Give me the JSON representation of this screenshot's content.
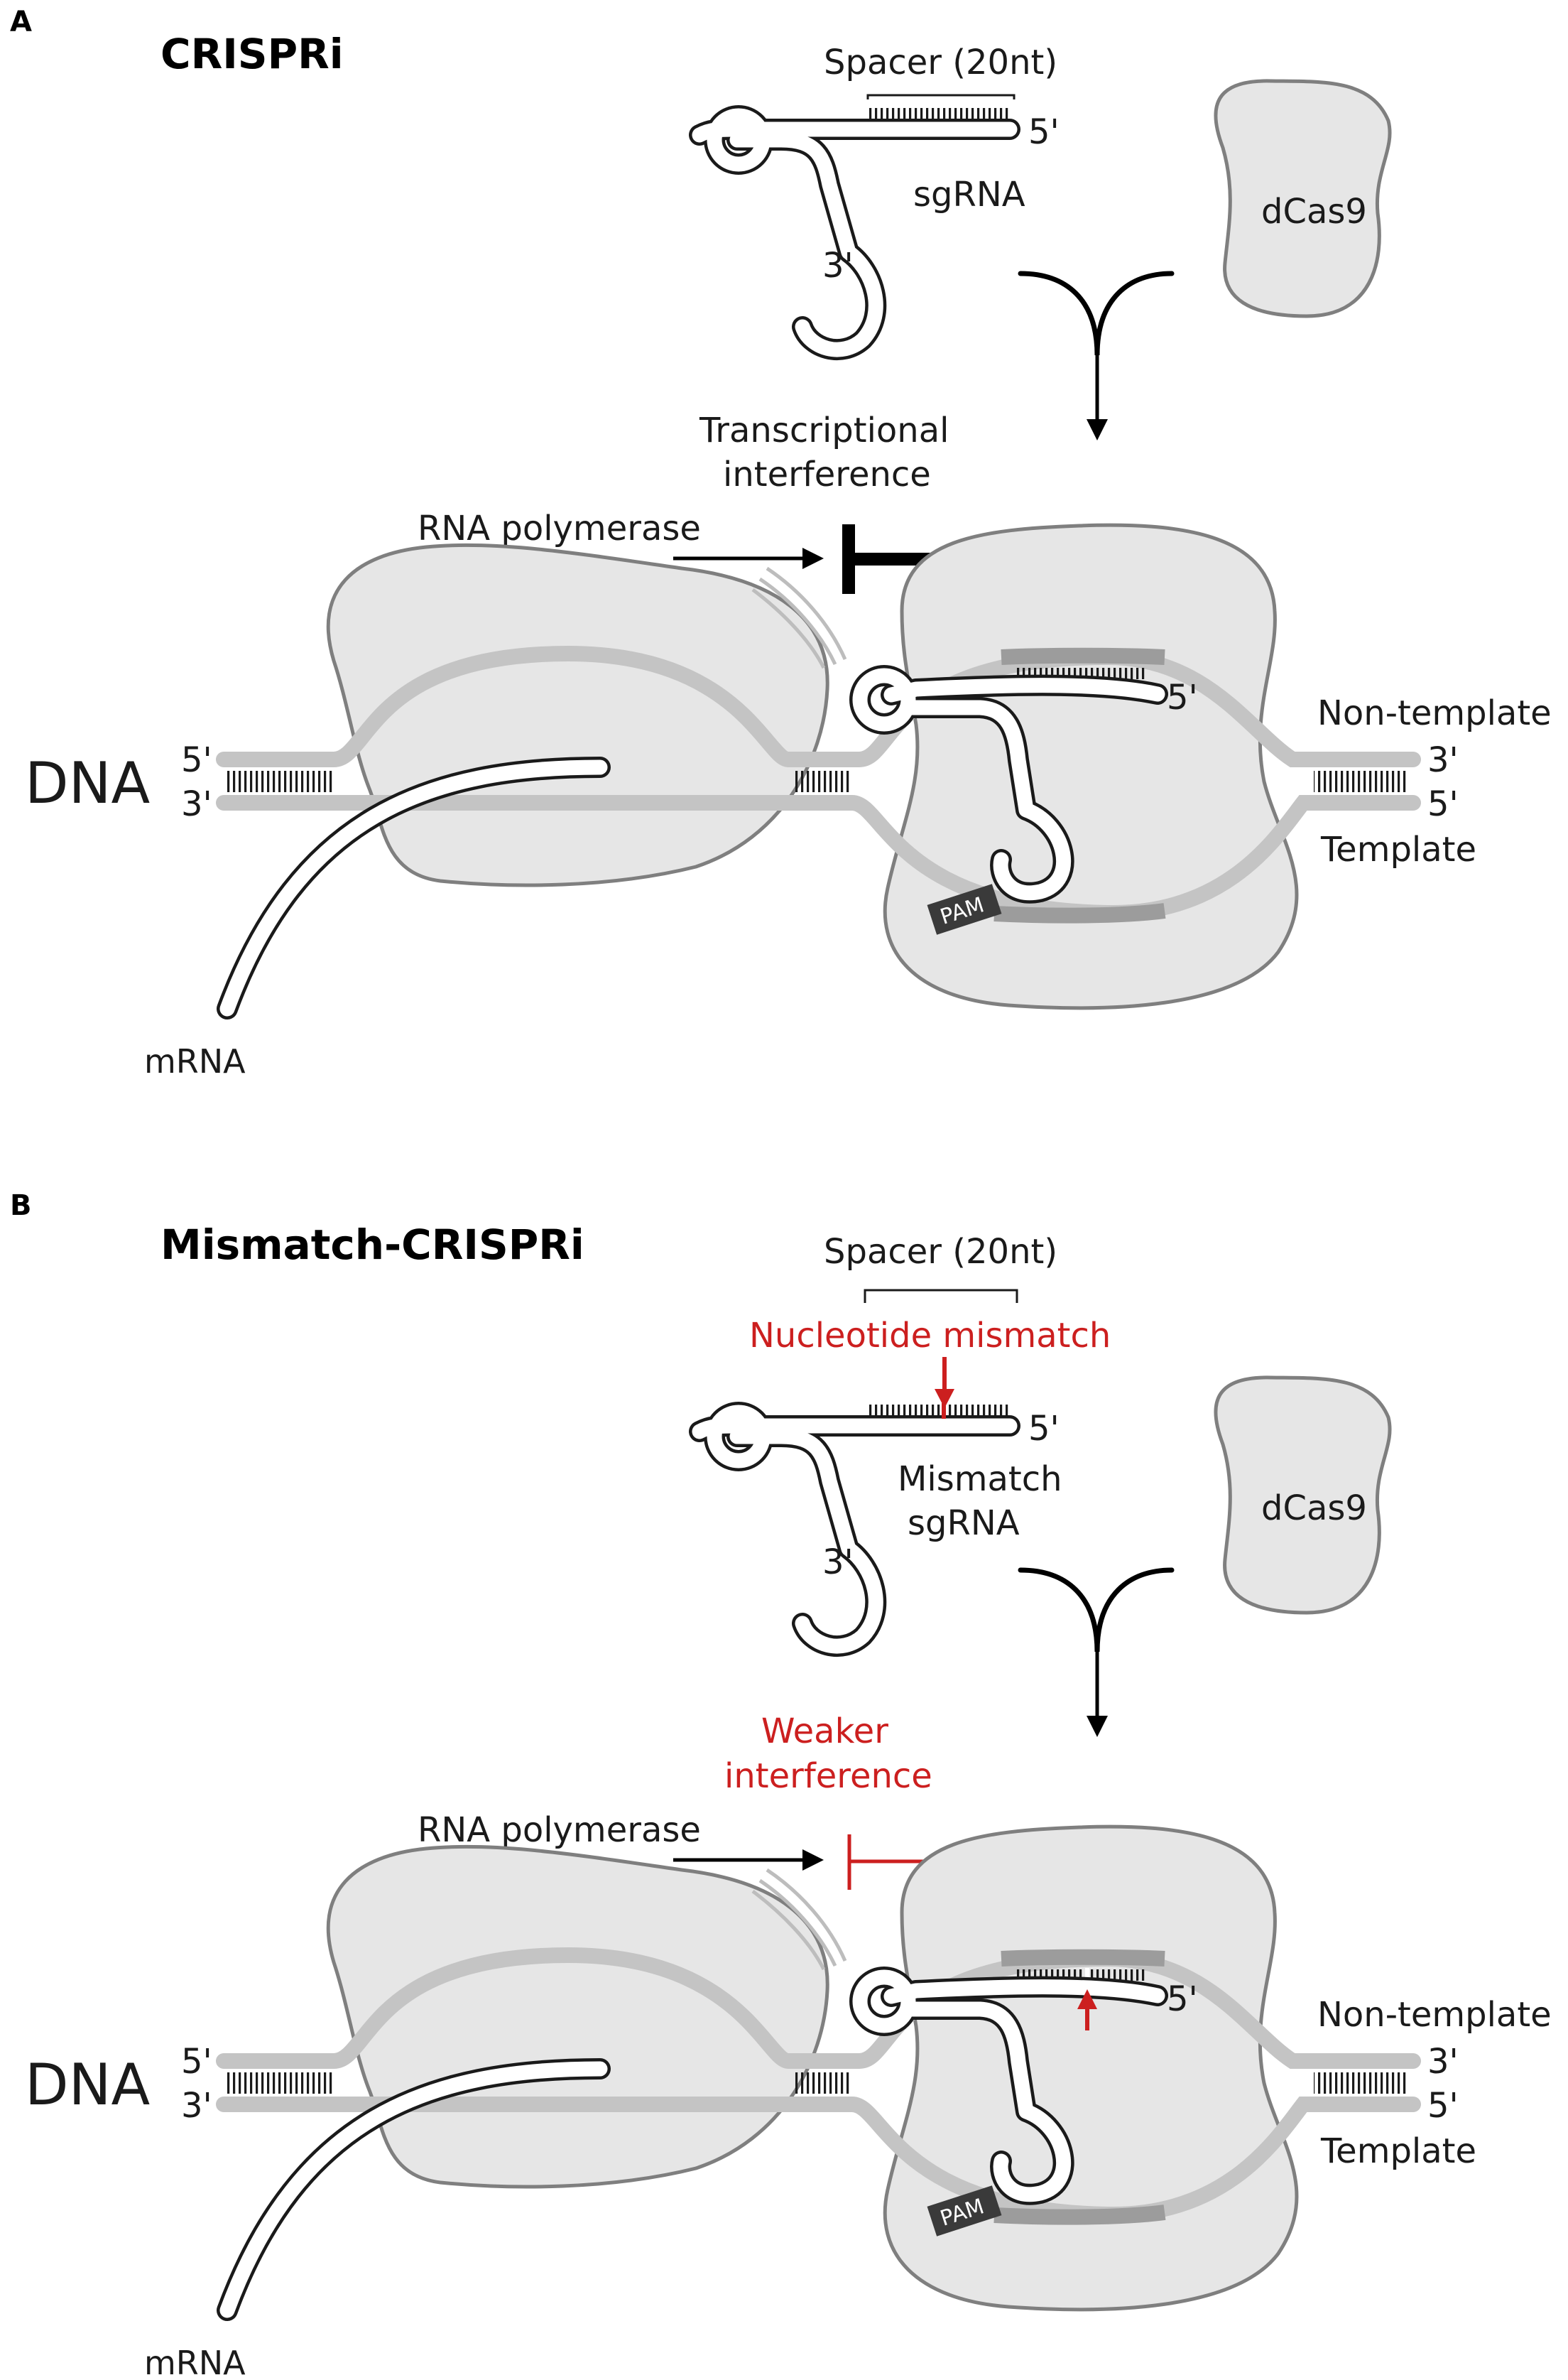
{
  "panel_a": {
    "letter": "A",
    "title": "CRISPRi",
    "spacer_label": "Spacer (20nt)",
    "sgrna_label": "sgRNA",
    "five_prime": "5'",
    "three_prime": "3'",
    "dcas9_label": "dCas9",
    "interference_line1": "Transcriptional",
    "interference_line2": "interference",
    "polymerase_label": "RNA polymerase",
    "dna_label": "DNA",
    "non_template_label": "Non-template",
    "template_label": "Template",
    "pam_label": "PAM",
    "mrna_label": "mRNA"
  },
  "panel_b": {
    "letter": "B",
    "title": "Mismatch-CRISPRi",
    "spacer_label": "Spacer (20nt)",
    "mismatch_label": "Nucleotide mismatch",
    "sgrna_line1": "Mismatch",
    "sgrna_line2": "sgRNA",
    "five_prime": "5'",
    "three_prime": "3'",
    "dcas9_label": "dCas9",
    "interference_line1": "Weaker",
    "interference_line2": "interference",
    "polymerase_label": "RNA polymerase",
    "dna_label": "DNA",
    "non_template_label": "Non-template",
    "template_label": "Template",
    "pam_label": "PAM",
    "mrna_label": "mRNA"
  },
  "colors": {
    "protein_fill": "#e6e6e6",
    "protein_outline": "#7f7f7f",
    "dna_strand": "#c4c4c4",
    "target_region": "#9c9c9c",
    "mismatch_red": "#cc1f1f",
    "pam_box": "#3a3a3a"
  }
}
